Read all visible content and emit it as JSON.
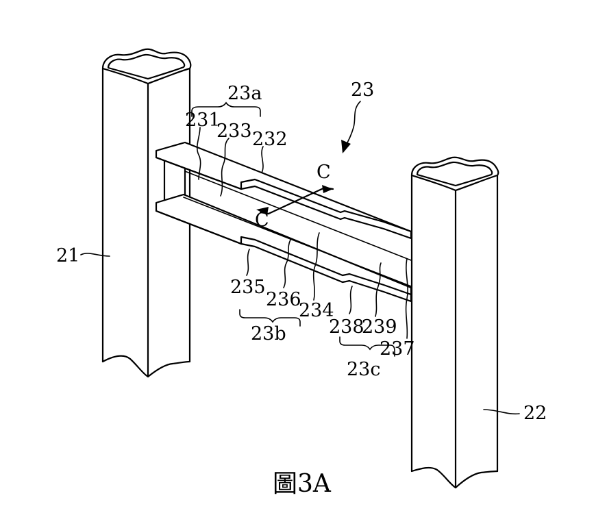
{
  "figure": {
    "caption": "圖3A",
    "labels": {
      "post_left": "21",
      "post_right": "22",
      "beam_assembly": "23",
      "segment_a": "23a",
      "segment_b": "23b",
      "segment_c": "23c",
      "flange_upper_a": "231",
      "flange_lower_a": "232",
      "web_a": "233",
      "web_b": "234",
      "flange_upper_b": "235",
      "web_b_mid": "236",
      "flange_c": "237",
      "flange_c_lower": "238",
      "web_c": "239",
      "section_mark_top": "C",
      "section_mark_bottom": "C"
    }
  }
}
